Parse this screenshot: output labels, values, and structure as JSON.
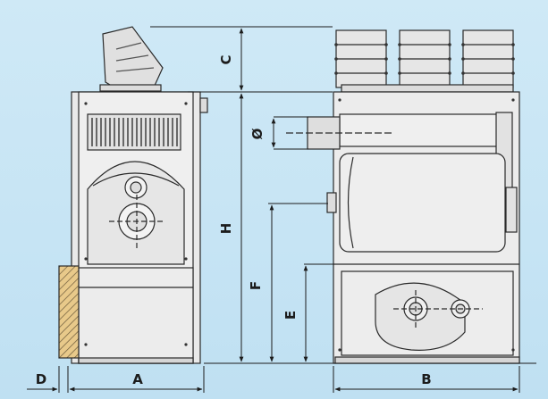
{
  "dimensions": {
    "a": "A",
    "b": "B",
    "c": "C",
    "d": "D",
    "e": "E",
    "f": "F",
    "h": "H",
    "diameter": "Ø"
  },
  "colors": {
    "background": "#c6e4f4",
    "body": "#ebebeb",
    "line": "#2a2a2a",
    "shadow": "#cfcfcf",
    "insulation": "#e8c98a"
  }
}
